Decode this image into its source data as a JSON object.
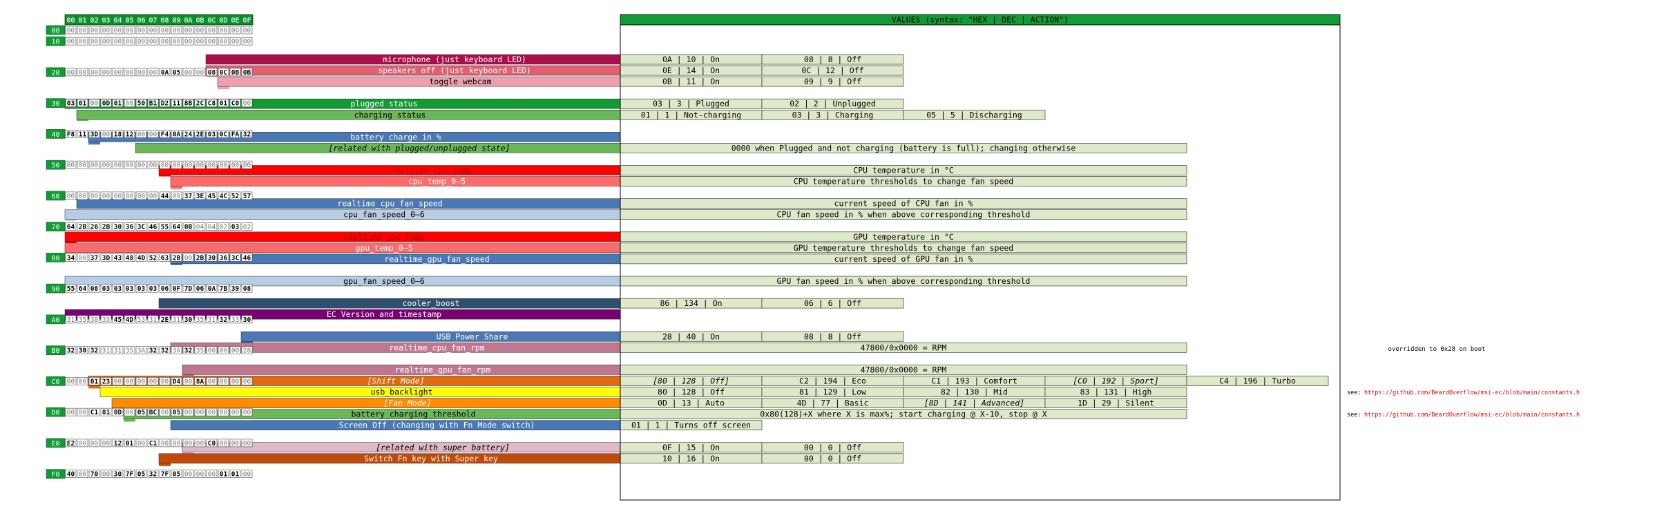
{
  "colors": {
    "green": "#129b35",
    "light_green": "#6bb85a",
    "crimson": "#a9104a",
    "pink_red": "#e06070",
    "light_pink": "#eea0b0",
    "red": "#ff0000",
    "salmon": "#ff6b6b",
    "steel_blue": "#4a78b4",
    "light_blue": "#b8cce4",
    "navy_slate": "#2f4f6f",
    "purple": "#780070",
    "mauve": "#c07890",
    "mauve_light": "#e0b8c8",
    "orange_dark": "#e06a10",
    "orange": "#ff8c00",
    "amber": "#ffa030",
    "yellow": "#ffff00",
    "rust": "#c04a0a",
    "value_bg": "#dde9c8",
    "link_red": "#e00000"
  },
  "matrix": {
    "columns": [
      "00",
      "01",
      "02",
      "03",
      "04",
      "05",
      "06",
      "07",
      "08",
      "09",
      "0A",
      "0B",
      "0C",
      "0D",
      "0E",
      "0F"
    ],
    "rows": [
      {
        "addr": "00",
        "cells": [
          "00",
          "80",
          "00",
          "00",
          "00",
          "00",
          "00",
          "00",
          "00",
          "00",
          "00",
          "00",
          "00",
          "00",
          "00",
          "00"
        ]
      },
      {
        "addr": "10",
        "cells": [
          "00",
          "00",
          "00",
          "00",
          "00",
          "00",
          "00",
          "00",
          "00",
          "00",
          "00",
          "00",
          "00",
          "00",
          "00",
          "00"
        ]
      },
      {
        "addr": "20",
        "cells": [
          "00",
          "00",
          "00",
          "00",
          "00",
          "00",
          "00",
          "00",
          "0A",
          "05",
          "00",
          "00",
          "08",
          "0C",
          "0B",
          "0B"
        ]
      },
      {
        "addr": "30",
        "cells": [
          "03",
          "01",
          "00",
          "0D",
          "01",
          "00",
          "50",
          "B1",
          "D2",
          "11",
          "8B",
          "2C",
          "C8",
          "01",
          "C0",
          "00"
        ]
      },
      {
        "addr": "40",
        "cells": [
          "F8",
          "11",
          "3D",
          "00",
          "18",
          "12",
          "00",
          "00",
          "F4",
          "0A",
          "24",
          "2E",
          "03",
          "0C",
          "FA",
          "32"
        ]
      },
      {
        "addr": "50",
        "cells": [
          "00",
          "00",
          "00",
          "00",
          "00",
          "00",
          "00",
          "00",
          "00",
          "00",
          "00",
          "00",
          "00",
          "00",
          "00",
          "00"
        ]
      },
      {
        "addr": "60",
        "cells": [
          "00",
          "00",
          "00",
          "00",
          "00",
          "00",
          "00",
          "00",
          "44",
          "00",
          "37",
          "3E",
          "45",
          "4C",
          "52",
          "57"
        ]
      },
      {
        "addr": "70",
        "cells": [
          "64",
          "2B",
          "26",
          "2B",
          "30",
          "36",
          "3C",
          "46",
          "55",
          "64",
          "0B",
          "04",
          "04",
          "02",
          "03",
          "02"
        ]
      },
      {
        "addr": "80",
        "cells": [
          "34",
          "00",
          "37",
          "3D",
          "43",
          "48",
          "4D",
          "52",
          "63",
          "2B",
          "00",
          "2B",
          "30",
          "36",
          "3C",
          "46"
        ]
      },
      {
        "addr": "90",
        "cells": [
          "55",
          "64",
          "08",
          "03",
          "03",
          "03",
          "03",
          "03",
          "06",
          "0F",
          "7D",
          "06",
          "0A",
          "7B",
          "39",
          "08"
        ]
      },
      {
        "addr": "A0",
        "cells": [
          "31",
          "35",
          "38",
          "33",
          "45",
          "4D",
          "53",
          "31",
          "2E",
          "31",
          "30",
          "35",
          "31",
          "32",
          "33",
          "30"
        ]
      },
      {
        "addr": "B0",
        "cells": [
          "32",
          "30",
          "32",
          "31",
          "31",
          "35",
          "3A",
          "32",
          "32",
          "3A",
          "32",
          "35",
          "00",
          "00",
          "00",
          "28"
        ]
      },
      {
        "addr": "C0",
        "cells": [
          "00",
          "00",
          "01",
          "23",
          "00",
          "00",
          "00",
          "00",
          "00",
          "D4",
          "00",
          "8A",
          "00",
          "00",
          "00",
          "00"
        ]
      },
      {
        "addr": "D0",
        "cells": [
          "00",
          "00",
          "C1",
          "81",
          "0D",
          "00",
          "05",
          "BC",
          "00",
          "05",
          "00",
          "00",
          "00",
          "00",
          "00",
          "00"
        ]
      },
      {
        "addr": "E0",
        "cells": [
          "E2",
          "00",
          "00",
          "00",
          "12",
          "01",
          "00",
          "C1",
          "00",
          "00",
          "00",
          "00",
          "C0",
          "00",
          "00",
          "00"
        ]
      },
      {
        "addr": "F0",
        "cells": [
          "40",
          "00",
          "70",
          "00",
          "30",
          "7F",
          "05",
          "32",
          "7F",
          "05",
          "00",
          "00",
          "00",
          "01",
          "01",
          "00"
        ]
      }
    ]
  },
  "values_header": "VALUES (syntax: \"HEX | DEC | ACTION\")",
  "entries": [
    {
      "label": "microphone (just keyboard LED)",
      "color": "crimson",
      "values": [
        "0A | 10 | On",
        "08 | 8 | Off"
      ]
    },
    {
      "label": "speakers off (just keyboard LED)",
      "color": "pink_red",
      "values": [
        "0E | 14 | On",
        "0C | 12 | Off"
      ]
    },
    {
      "label": "toggle webcam",
      "color": "light_pink",
      "values": [
        "0B | 11 | On",
        "09 | 9 | Off"
      ]
    },
    {
      "label": "plugged status",
      "color": "green",
      "values": [
        "03 | 3 | Plugged",
        "02 | 2 | Unplugged"
      ]
    },
    {
      "label": "charging status",
      "color": "light_green",
      "values": [
        "01 | 1 | Not-charging",
        "03 | 3 | Charging",
        "05 | 5 | Discharging"
      ]
    },
    {
      "label": "battery charge in %",
      "color": "steel_blue",
      "values": []
    },
    {
      "label": "[related with plugged/unplugged state]",
      "color": "light_green",
      "italic": true,
      "wide": "0000 when Plugged and not charging (battery is full); changing otherwise"
    },
    {
      "label": "realtime_cpu_temp",
      "color": "red",
      "wide": "CPU temperature in °C"
    },
    {
      "label": "cpu_temp_0–5",
      "color": "salmon",
      "wide": "CPU temperature thresholds to change fan speed"
    },
    {
      "label": "realtime_cpu_fan_speed",
      "color": "steel_blue",
      "wide": "current speed of CPU fan in %"
    },
    {
      "label": "cpu_fan_speed_0–6",
      "color": "light_blue",
      "wide": "CPU fan speed in % when above corresponding threshold"
    },
    {
      "label": "realtime_gpu_temp",
      "color": "red",
      "wide": "GPU temperature in °C"
    },
    {
      "label": "gpu_temp_0–5",
      "color": "salmon",
      "wide": "GPU temperature thresholds to change fan speed"
    },
    {
      "label": "realtime_gpu_fan_speed",
      "color": "steel_blue",
      "wide": "current speed of GPU fan in %"
    },
    {
      "label": "gpu_fan_speed_0–6",
      "color": "light_blue",
      "wide": "GPU fan speed in % when above corresponding threshold"
    },
    {
      "label": "cooler_boost",
      "color": "navy_slate",
      "values": [
        "86 | 134 | On",
        "06 | 6 | Off"
      ]
    },
    {
      "label": "EC Version and timestamp",
      "color": "purple",
      "values": []
    },
    {
      "label": "USB Power Share",
      "color": "steel_blue",
      "values": [
        "28 | 40 | On",
        "08 | 8 | Off"
      ]
    },
    {
      "label": "realtime_cpu_fan_rpm",
      "color": "mauve",
      "wide": "47800/0x0000 = RPM"
    },
    {
      "label": "realtime_gpu_fan_rpm",
      "color": "mauve",
      "wide": "47800/0x0000 = RPM"
    },
    {
      "label": "[Shift Mode]",
      "color": "orange_dark",
      "italic": true,
      "values": [
        "[80 | 128 | Off]",
        "C2 | 194 | Eco",
        "C1 | 193 | Comfort",
        "[C0 | 192 | Sport]",
        "C4 | 196 | Turbo"
      ]
    },
    {
      "label": "usb_backlight",
      "color": "yellow",
      "values": [
        "80 | 128 | Off",
        "81 | 129 | Low",
        "82 | 130 | Mid",
        "83 | 131 | High"
      ]
    },
    {
      "label": "[Fan Mode]",
      "color": "orange",
      "italic": true,
      "values": [
        "0D | 13 | Auto",
        "4D | 77 | Basic",
        "[8D | 141 | Advanced]",
        "1D | 29 | Silent"
      ]
    },
    {
      "label": "battery_charging_threshold",
      "color": "light_green",
      "wide": "0x80(128)+X where X is max%; start charging @ X-10, stop @ X"
    },
    {
      "label": "Screen Off (changing with Fn Mode switch)",
      "color": "steel_blue",
      "values": [
        "01 | 1 | Turns off screen"
      ]
    },
    {
      "label": "[related with super battery]",
      "color": "mauve_light",
      "italic": true,
      "values": [
        "0F | 15 | On",
        "00 | 0 | Off"
      ]
    },
    {
      "label": "Switch Fn key with Super key",
      "color": "rust",
      "values": [
        "10 | 16 | On",
        "00 | 0 | Off"
      ]
    }
  ],
  "notes": {
    "overridden": "overridden to 0x28 on boot",
    "see_label": "see:",
    "link": "https://github.com/BeardOverflow/msi-ec/blob/main/constants.h"
  }
}
